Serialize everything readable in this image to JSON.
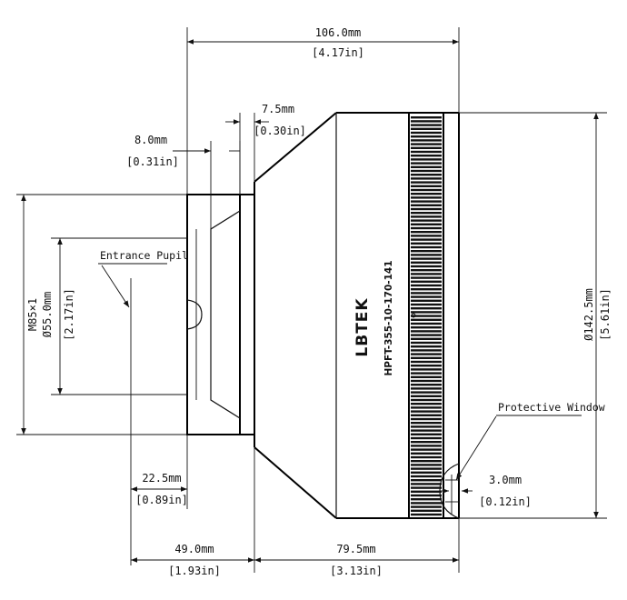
{
  "dimensions": {
    "total_length": {
      "mm": "106.0mm",
      "in": "[4.17in]"
    },
    "flange": {
      "mm": "7.5mm",
      "in": "[0.30in]"
    },
    "front_step": {
      "mm": "8.0mm",
      "in": "[0.31in]"
    },
    "pupil_offset": {
      "mm": "22.5mm",
      "in": "[0.89in]"
    },
    "front_section": {
      "mm": "49.0mm",
      "in": "[1.93in]"
    },
    "body_length": {
      "mm": "79.5mm",
      "in": "[3.13in]"
    },
    "window_thickness": {
      "mm": "3.0mm",
      "in": "[0.12in]"
    },
    "body_diameter": {
      "mm": "Ø142.5mm",
      "in": "[5.61in]"
    },
    "pupil_diameter": {
      "mm": "Ø55.0mm",
      "in": "[2.17in]"
    },
    "thread": "M85×1"
  },
  "labels": {
    "entrance_pupil": "Entrance Pupil",
    "protective_window": "Protective Window"
  },
  "lens": {
    "brand": "LBTEK",
    "model": "HPFT-355-10-170-141"
  }
}
